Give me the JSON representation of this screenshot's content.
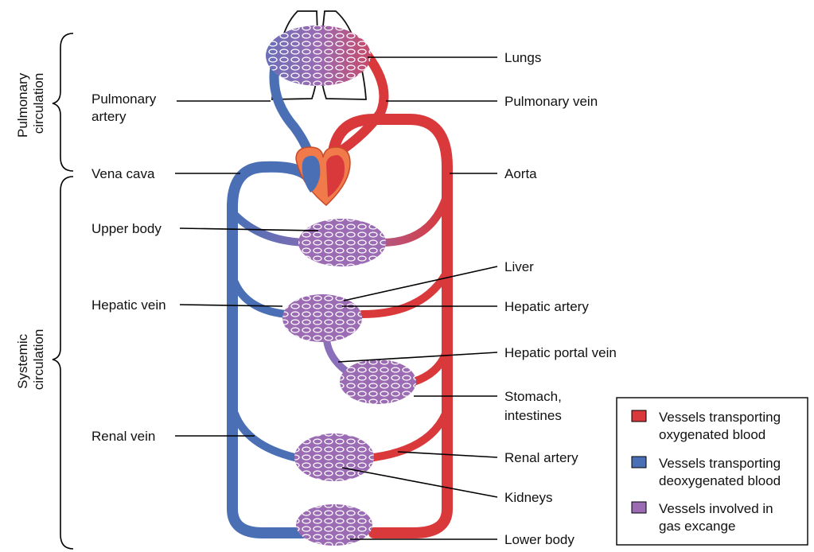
{
  "side_labels": {
    "pulmonary": [
      "Pulmonary",
      "circulation"
    ],
    "systemic": [
      "Systemic",
      "circulation"
    ]
  },
  "labels": {
    "lungs": "Lungs",
    "pulmonary_artery": [
      "Pulmonary",
      "artery"
    ],
    "pulmonary_vein": "Pulmonary vein",
    "vena_cava": "Vena cava",
    "aorta": "Aorta",
    "upper_body": "Upper body",
    "liver": "Liver",
    "hepatic_vein": "Hepatic vein",
    "hepatic_artery": "Hepatic artery",
    "hepatic_portal_vein": "Hepatic portal vein",
    "stomach": [
      "Stomach,",
      "intestines"
    ],
    "renal_vein": "Renal vein",
    "renal_artery": "Renal artery",
    "kidneys": "Kidneys",
    "lower_body": "Lower body"
  },
  "legend": {
    "items": [
      {
        "lines": [
          "Vessels transporting",
          "oxygenated blood"
        ],
        "color": "#d9393b"
      },
      {
        "lines": [
          "Vessels transporting",
          "deoxygenated blood"
        ],
        "color": "#4a6fb5"
      },
      {
        "lines": [
          "Vessels involved in",
          "gas excange"
        ],
        "color": "#9b6bb3"
      }
    ]
  },
  "colors": {
    "oxygenated": "#d9393b",
    "deoxygenated": "#4a6fb5",
    "gas_exchange": "#9b6bb3",
    "heart": "#f07a4a"
  }
}
